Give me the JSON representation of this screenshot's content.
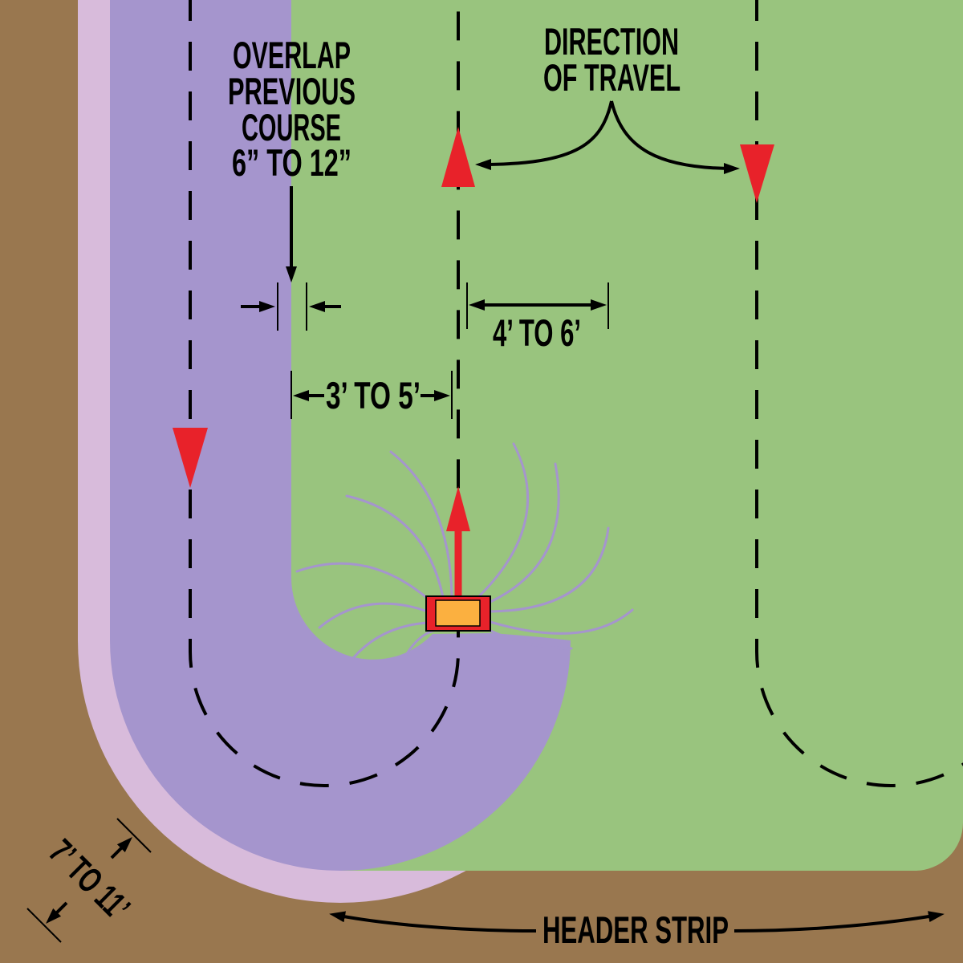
{
  "overlap_note": {
    "lines": [
      "OVERLAP",
      "PREVIOUS",
      "COURSE",
      "6” TO 12”"
    ]
  },
  "direction_note": {
    "lines": [
      "DIRECTION",
      "OF TRAVEL"
    ]
  },
  "dimensions": {
    "pass_spacing": "4’ TO 6’",
    "edge_to_pass": "3’ TO 5’",
    "turn_band_width": "7’ TO 11’"
  },
  "header_strip": {
    "label": "HEADER STRIP"
  },
  "colors": {
    "ground": "#99774f",
    "drift_band": "#d8bbdb",
    "field": "#99c47e",
    "swath": "#a595cd",
    "travel_arrow": "#e8222a",
    "sprayer_body": "#e8222a",
    "sprayer_tank": "#fbb040",
    "ink": "#000000"
  }
}
